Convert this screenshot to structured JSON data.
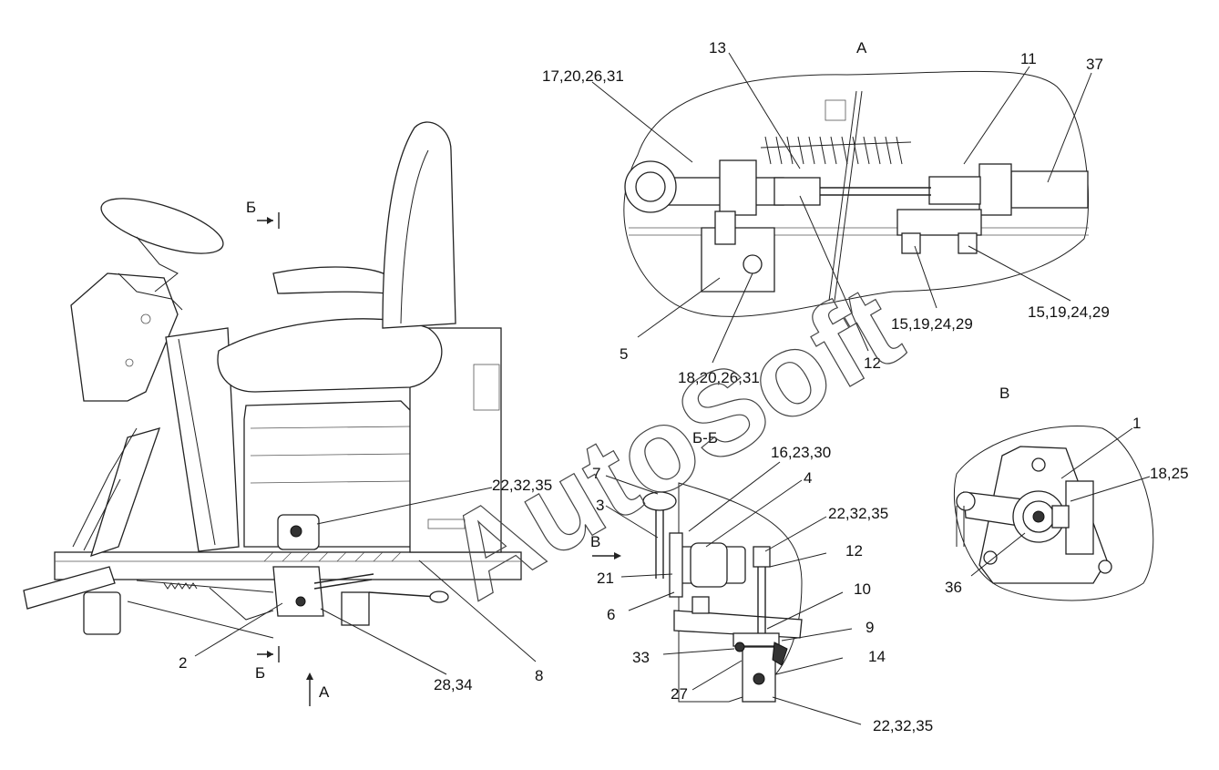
{
  "watermark": "AutoSoft",
  "views": {
    "a_top": "А",
    "b_top": "Б",
    "b_bottom": "Б",
    "a_bottom": "А",
    "bb": "Б-Б",
    "v_arrow": "В",
    "v_view": "В"
  },
  "callouts": {
    "c13": "13",
    "c11": "11",
    "c37": "37",
    "c17": "17,20,26,31",
    "c15a": "15,19,24,29",
    "c15b": "15,19,24,29",
    "c5": "5",
    "c18_20": "18,20,26,31",
    "c12a": "12",
    "c1": "1",
    "c18_25": "18,25",
    "c36": "36",
    "c22a": "22,32,35",
    "c2": "2",
    "c28": "28,34",
    "c8": "8",
    "c7": "7",
    "c3": "3",
    "c16": "16,23,30",
    "c4": "4",
    "c22b": "22,32,35",
    "c12b": "12",
    "c21": "21",
    "c6": "6",
    "c10": "10",
    "c9": "9",
    "c33": "33",
    "c14": "14",
    "c27": "27",
    "c22c": "22,32,35"
  }
}
